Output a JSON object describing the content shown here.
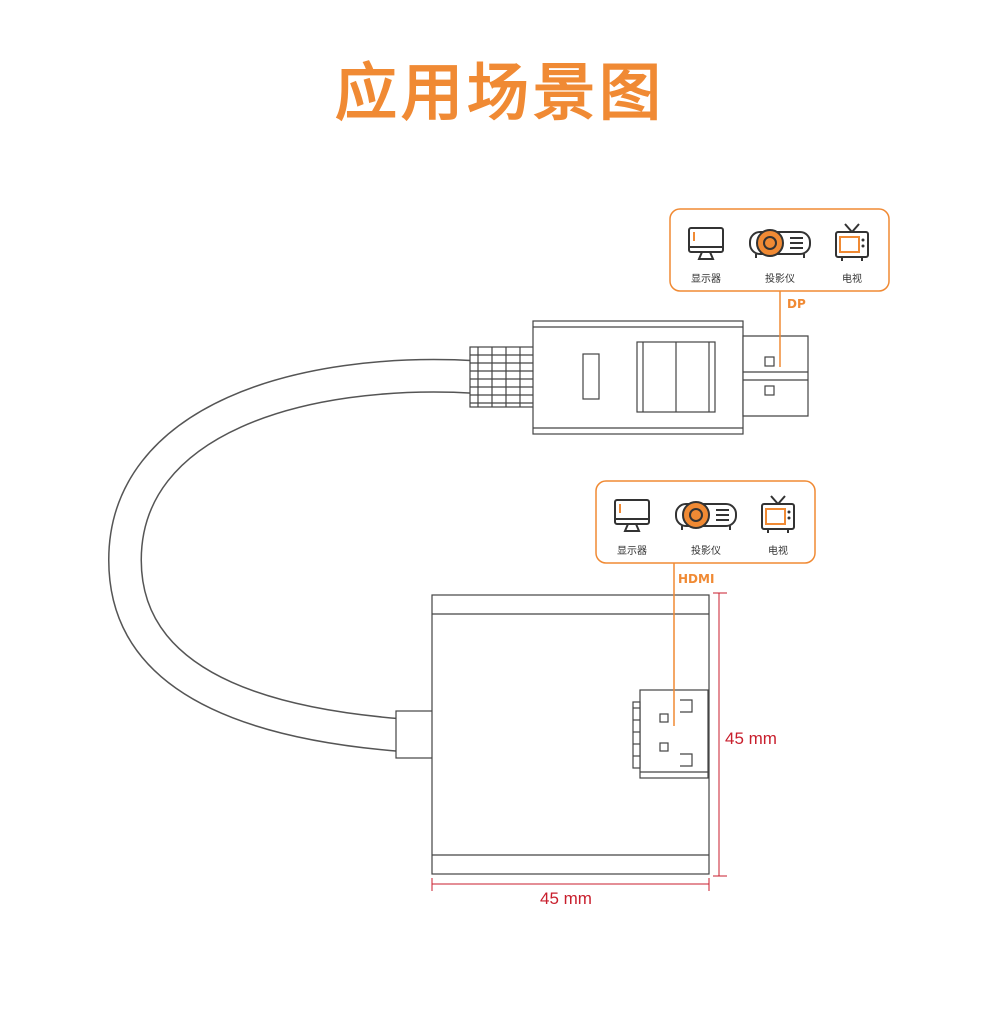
{
  "title": "应用场景图",
  "colors": {
    "accent": "#f08a34",
    "ink": "#333333",
    "dimension": "#c81e2c",
    "outline": "#444444"
  },
  "dp_panel": {
    "devices": [
      {
        "icon": "monitor-icon",
        "label": "显示器"
      },
      {
        "icon": "projector-icon",
        "label": "投影仪"
      },
      {
        "icon": "tv-icon",
        "label": "电视"
      }
    ],
    "port_label": "DP"
  },
  "hdmi_panel": {
    "devices": [
      {
        "icon": "monitor-icon",
        "label": "显示器"
      },
      {
        "icon": "projector-icon",
        "label": "投影仪"
      },
      {
        "icon": "tv-icon",
        "label": "电视"
      }
    ],
    "port_label": "HDMI"
  },
  "dimensions": {
    "height_label": "45 mm",
    "width_label": "45 mm"
  }
}
